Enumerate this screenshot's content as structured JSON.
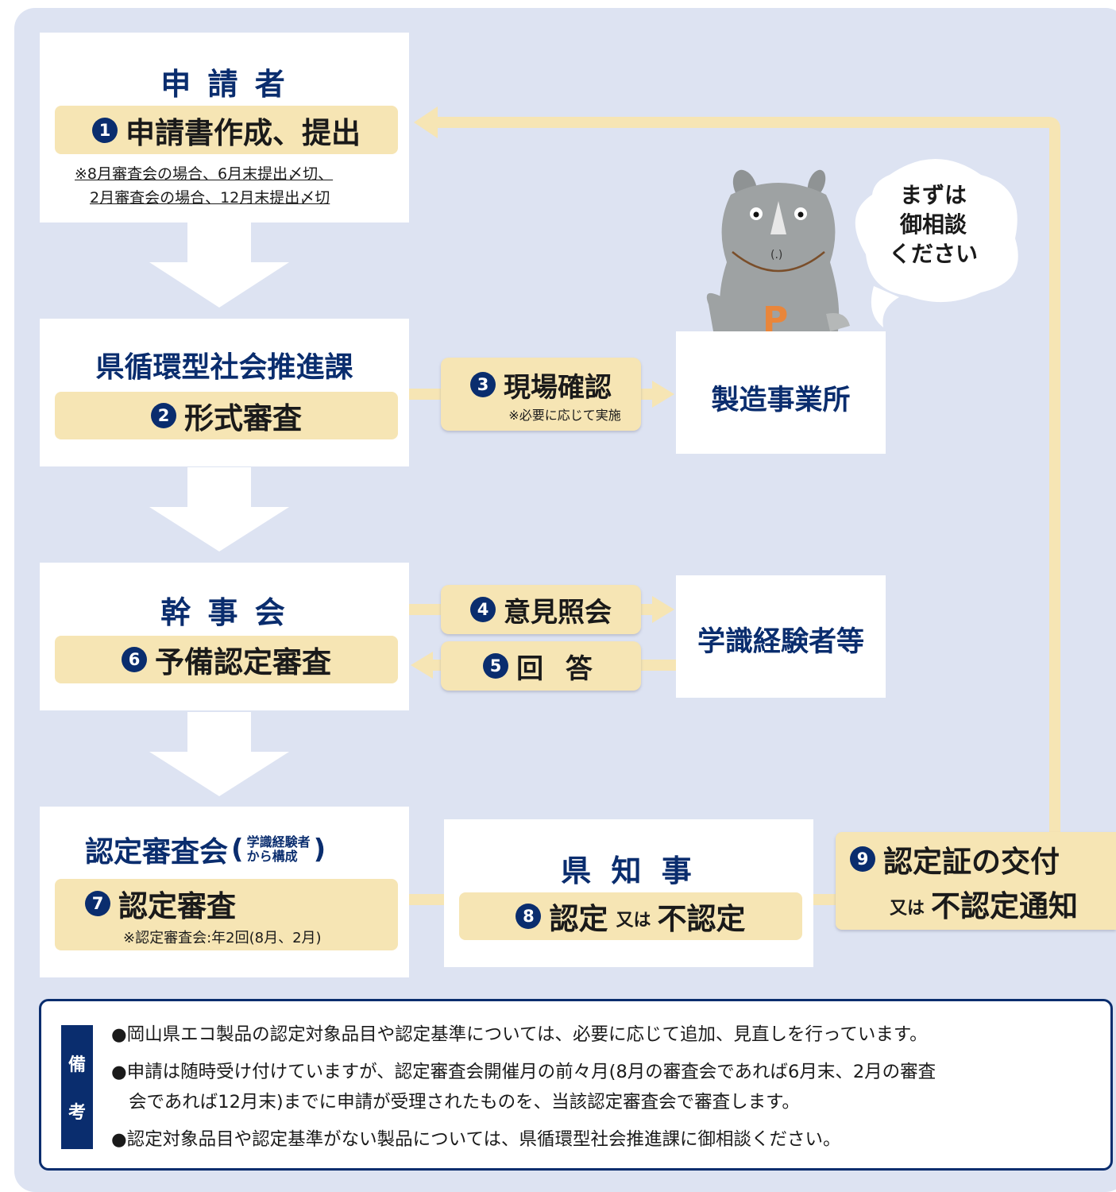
{
  "steps": {
    "applicant": {
      "title": "申 請 者",
      "step_num": "1",
      "step_label": "申請書作成、提出",
      "note_line1": "※8月審査会の場合、6月末提出〆切、",
      "note_line2": "2月審査会の場合、12月末提出〆切"
    },
    "department": {
      "title": "県循環型社会推進課",
      "step_num": "2",
      "step_label": "形式審査"
    },
    "site_check": {
      "step_num": "3",
      "label": "現場確認",
      "note": "※必要に応じて実施"
    },
    "factory": {
      "title": "製造事業所"
    },
    "secretariat": {
      "title": "幹 事 会",
      "step_num": "6",
      "step_label": "予備認定審査"
    },
    "opinion": {
      "step_num": "4",
      "label": "意見照会"
    },
    "answer": {
      "step_num": "5",
      "label": "回 答"
    },
    "experts": {
      "title": "学識経験者等"
    },
    "committee": {
      "title": "認定審査会",
      "paren_line1": "学識経験者",
      "paren_line2": "から構成",
      "step_num": "7",
      "step_label": "認定審査",
      "note": "※認定審査会:年2回(8月、2月)"
    },
    "governor": {
      "title": "県 知 事",
      "step_num": "8",
      "label_a": "認定",
      "label_or": "又は",
      "label_b": "不認定"
    },
    "issue": {
      "step_num": "9",
      "label_a": "認定証の交付",
      "label_or": "又は",
      "label_b": "不認定通知"
    }
  },
  "mascot": {
    "speech_line1": "まずは",
    "speech_line2": "御相談",
    "speech_line3": "ください",
    "shirt_letter": "P"
  },
  "remarks": {
    "label_char1": "備",
    "label_char2": "考",
    "line1": "●岡山県エコ製品の認定対象品目や認定基準については、必要に応じて追加、見直しを行っています。",
    "line2": "●申請は随時受け付けていますが、認定審査会開催月の前々月(8月の審査会であれば6月末、2月の審査",
    "line3": "会であれば12月末)までに申請が受理されたものを、当該認定審査会で審査します。",
    "line4": "●認定対象品目や認定基準がない製品については、県循環型社会推進課に御相談ください。"
  },
  "colors": {
    "navy": "#0a2d6e",
    "cream": "#f6e5b4",
    "panel": "#dde3f2"
  }
}
